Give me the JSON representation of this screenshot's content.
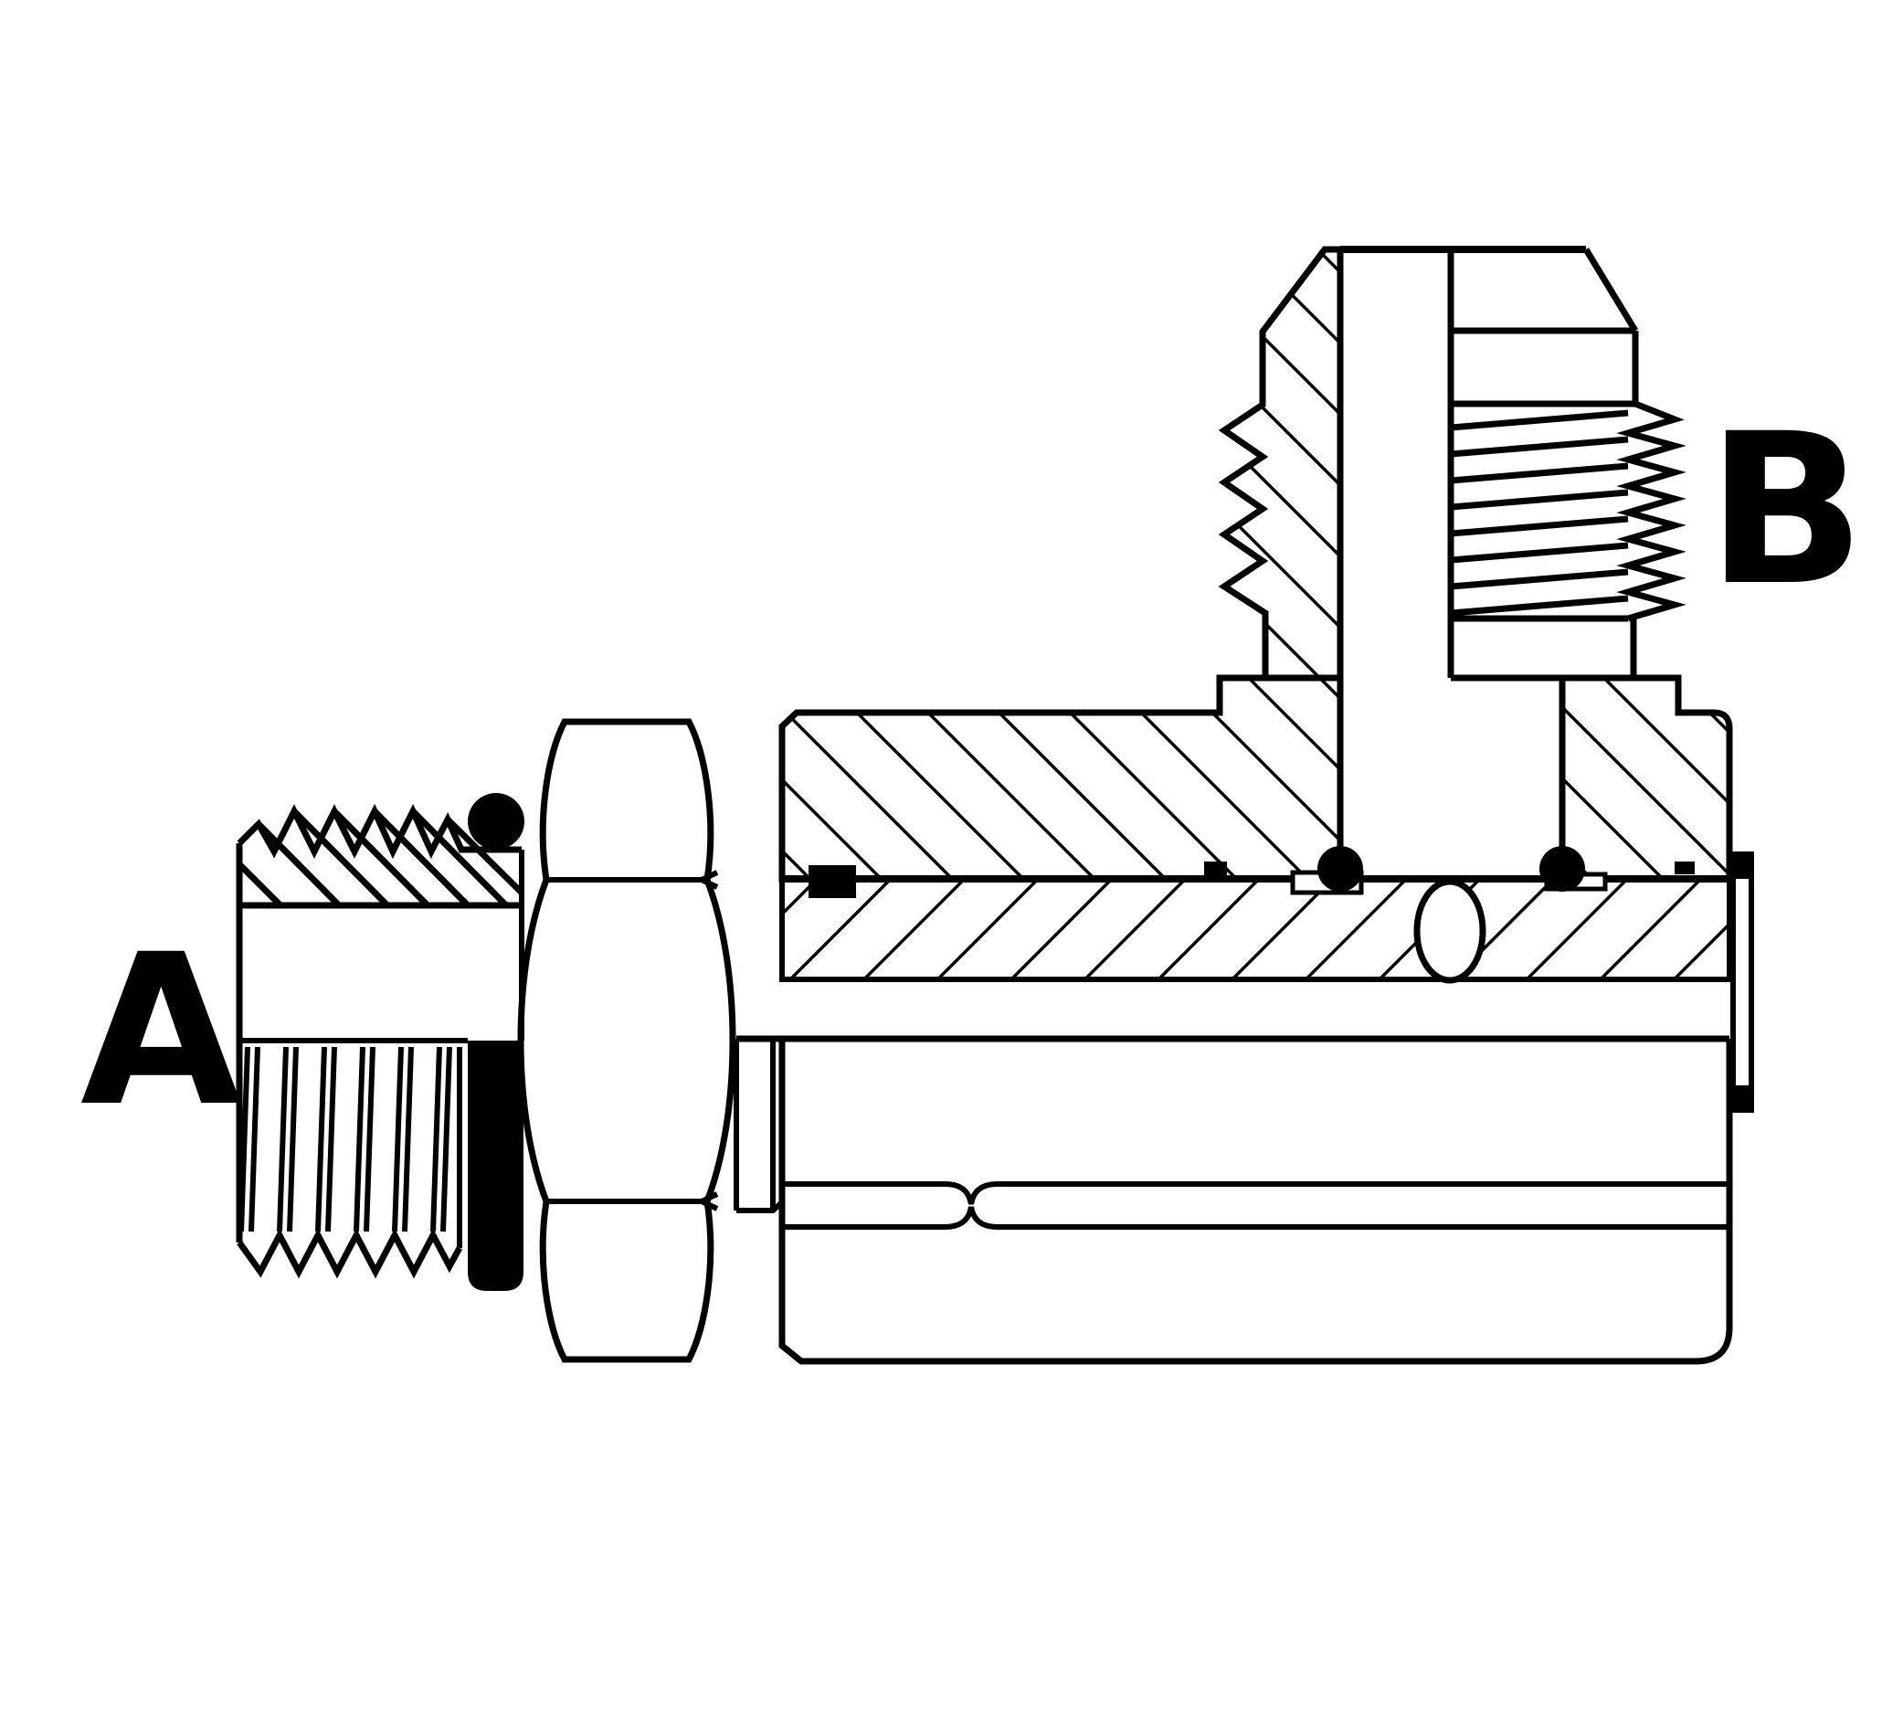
{
  "page": {
    "background_color": "#ffffff",
    "line_color": "#000000",
    "seal_color": "#000000"
  },
  "diagram": {
    "type": "technical-drawing",
    "subject": "hydraulic adapter elbow fitting, half-section view with two male threaded ports and O-ring seals",
    "labels": {
      "port_a": "A",
      "port_b": "B"
    }
  }
}
